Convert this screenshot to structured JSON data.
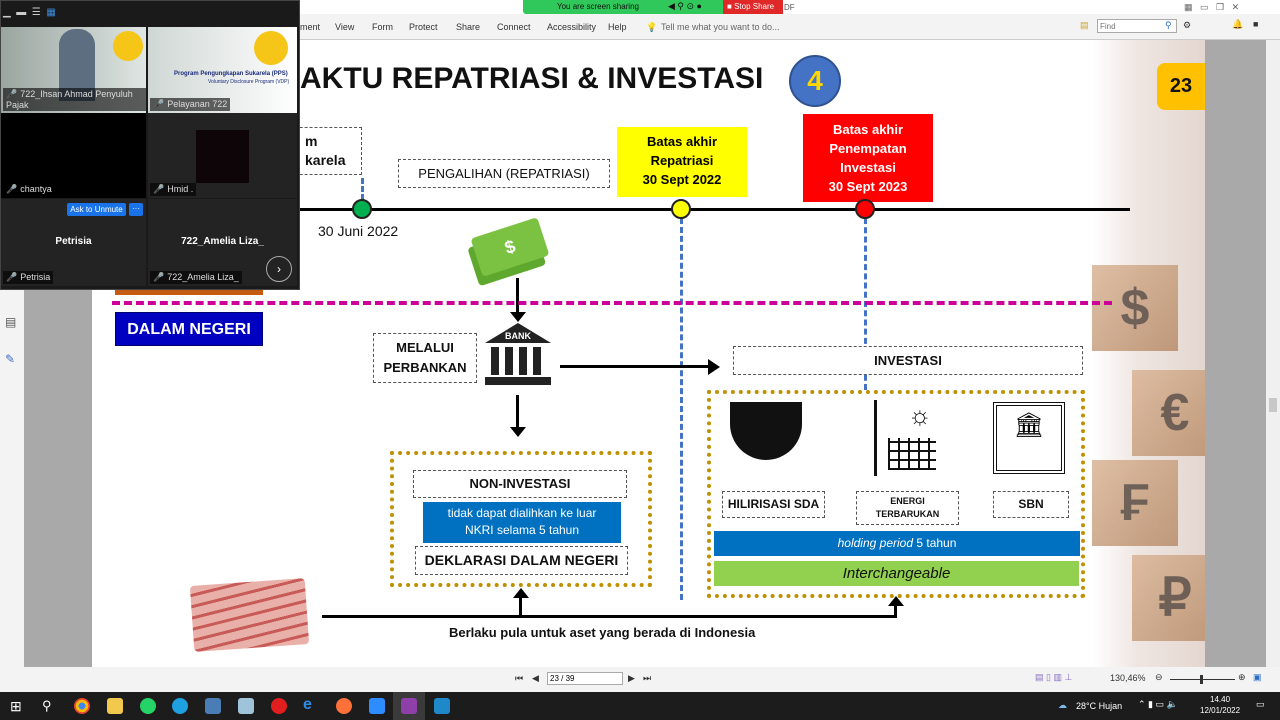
{
  "zoom_share_bar": {
    "sharing_text": "You are screen sharing",
    "stop_share": "Stop Share",
    "app_suffix": "DF"
  },
  "menu": {
    "items": [
      "ment",
      "View",
      "Form",
      "Protect",
      "Share",
      "Connect",
      "Accessibility",
      "Help"
    ],
    "tell_me": "Tell me what you want to do...",
    "find_placeholder": "Find"
  },
  "zoom_panel": {
    "tiles": [
      {
        "name": "722_Ihsan Ahmad Penyuluh Pajak"
      },
      {
        "name": "Pelayanan 722"
      },
      {
        "name": "chantya"
      },
      {
        "name": "Hmid ."
      },
      {
        "name": "Petrisia",
        "label": "Petrisia"
      },
      {
        "name": "722_Amelia Liza_",
        "label": "722_Amelia Liza_"
      }
    ],
    "ask_to_unmute": "Ask to Unmute",
    "more": "···",
    "slide_thumb_title": "Program Pengungkapan Sukarela (PPS)",
    "slide_thumb_sub": "Voluntary Disclosure Program (VDP)"
  },
  "slide": {
    "title": "AKTU REPATRIASI & INVESTASI",
    "step_number": "4",
    "page_badge": "23",
    "partial_box": [
      "m",
      "karela"
    ],
    "pengalihan": "PENGALIHAN (REPATRIASI)",
    "deadline_repatriasi": [
      "Batas akhir",
      "Repatriasi",
      "30 Sept 2022"
    ],
    "deadline_investasi": [
      "Batas akhir",
      "Penempatan",
      "Investasi",
      "30 Sept 2023"
    ],
    "date_start": "30 Juni 2022",
    "dalam_negeri": "DALAM NEGERI",
    "melalui": [
      "MELALUI",
      "PERBANKAN"
    ],
    "bank_label": "BANK",
    "investasi": "INVESTASI",
    "non_investasi": "NON-INVESTASI",
    "non_investasi_note": [
      "tidak dapat dialihkan ke luar",
      "NKRI selama 5 tahun"
    ],
    "deklarasi": "DEKLARASI DALAM NEGERI",
    "hilirisasi": "HILIRISASI SDA",
    "energi": [
      "ENERGI",
      "TERBARUKAN"
    ],
    "sbn": "SBN",
    "holding_italic": "holding period",
    "holding_rest": " 5 tahun",
    "interchangeable": "Interchangeable",
    "footer_note": "Berlaku pula untuk aset yang berada di Indonesia",
    "currency_cubes": [
      "$",
      "€",
      "₣",
      "₽"
    ]
  },
  "statusbar": {
    "page_input": "23 / 39",
    "zoom_level": "130,46%"
  },
  "taskbar": {
    "weather": "28°C  Hujan",
    "time": "14.40",
    "date": "12/01/2022"
  },
  "colors": {
    "timeline_green": "#00b050",
    "timeline_yellow": "#ffff00",
    "timeline_red": "#ff0000",
    "blue_bar": "#0070c0",
    "green_bar": "#92d050",
    "badge": "#ffc000",
    "dalam_negeri": "#0000c0",
    "magenta": "#cc0099"
  }
}
